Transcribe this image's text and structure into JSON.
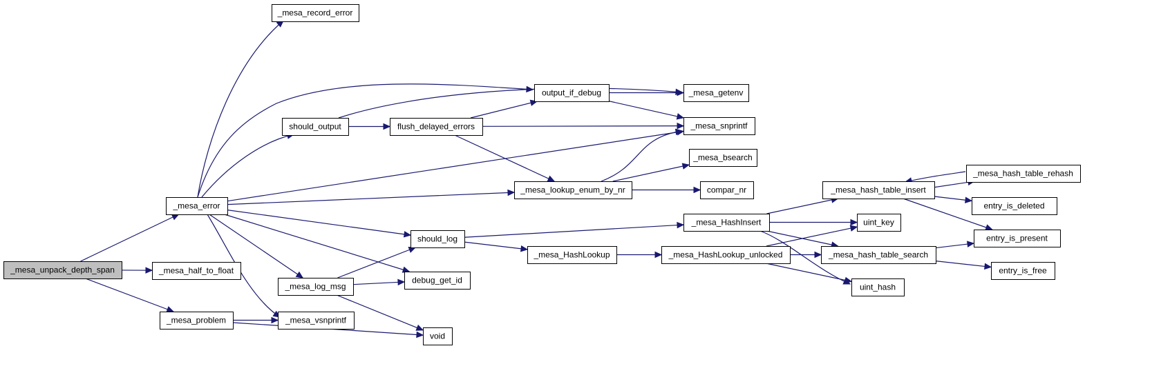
{
  "diagram": {
    "type": "call-graph",
    "nodes": [
      {
        "id": "unpack",
        "label": "_mesa_unpack_depth_span",
        "root": true
      },
      {
        "id": "error",
        "label": "_mesa_error"
      },
      {
        "id": "half",
        "label": "_mesa_half_to_float"
      },
      {
        "id": "problem",
        "label": "_mesa_problem"
      },
      {
        "id": "record",
        "label": "_mesa_record_error"
      },
      {
        "id": "should_output",
        "label": "should_output"
      },
      {
        "id": "flush",
        "label": "flush_delayed_errors"
      },
      {
        "id": "output_if_debug",
        "label": "output_if_debug"
      },
      {
        "id": "getenv",
        "label": "_mesa_getenv"
      },
      {
        "id": "snprintf",
        "label": "_mesa_snprintf"
      },
      {
        "id": "bsearch",
        "label": "_mesa_bsearch"
      },
      {
        "id": "lookup_enum",
        "label": "_mesa_lookup_enum_by_nr"
      },
      {
        "id": "compar",
        "label": "compar_nr"
      },
      {
        "id": "should_log",
        "label": "should_log"
      },
      {
        "id": "log_msg",
        "label": "_mesa_log_msg"
      },
      {
        "id": "debug_get_id",
        "label": "debug_get_id"
      },
      {
        "id": "vsnprintf",
        "label": "_mesa_vsnprintf"
      },
      {
        "id": "void",
        "label": "void"
      },
      {
        "id": "hashinsert",
        "label": "_mesa_HashInsert"
      },
      {
        "id": "hashlookup",
        "label": "_mesa_HashLookup"
      },
      {
        "id": "hashlookup_unlocked",
        "label": "_mesa_HashLookup_unlocked"
      },
      {
        "id": "table_insert",
        "label": "_mesa_hash_table_insert"
      },
      {
        "id": "table_rehash",
        "label": "_mesa_hash_table_rehash"
      },
      {
        "id": "entry_deleted",
        "label": "entry_is_deleted"
      },
      {
        "id": "entry_present",
        "label": "entry_is_present"
      },
      {
        "id": "uint_key",
        "label": "uint_key"
      },
      {
        "id": "table_search",
        "label": "_mesa_hash_table_search"
      },
      {
        "id": "entry_free",
        "label": "entry_is_free"
      },
      {
        "id": "uint_hash",
        "label": "uint_hash"
      }
    ],
    "edges": [
      [
        "unpack",
        "error"
      ],
      [
        "unpack",
        "half"
      ],
      [
        "unpack",
        "problem"
      ],
      [
        "error",
        "record"
      ],
      [
        "error",
        "output_if_debug"
      ],
      [
        "error",
        "should_output"
      ],
      [
        "error",
        "snprintf"
      ],
      [
        "error",
        "lookup_enum"
      ],
      [
        "error",
        "should_log"
      ],
      [
        "error",
        "debug_get_id"
      ],
      [
        "error",
        "log_msg"
      ],
      [
        "error",
        "vsnprintf"
      ],
      [
        "problem",
        "vsnprintf"
      ],
      [
        "problem",
        "void"
      ],
      [
        "should_output",
        "getenv"
      ],
      [
        "should_output",
        "flush"
      ],
      [
        "flush",
        "output_if_debug"
      ],
      [
        "flush",
        "snprintf"
      ],
      [
        "flush",
        "lookup_enum"
      ],
      [
        "output_if_debug",
        "getenv"
      ],
      [
        "output_if_debug",
        "snprintf"
      ],
      [
        "lookup_enum",
        "snprintf"
      ],
      [
        "lookup_enum",
        "bsearch"
      ],
      [
        "lookup_enum",
        "compar"
      ],
      [
        "log_msg",
        "should_log"
      ],
      [
        "log_msg",
        "debug_get_id"
      ],
      [
        "log_msg",
        "void"
      ],
      [
        "should_log",
        "hashinsert"
      ],
      [
        "should_log",
        "hashlookup"
      ],
      [
        "hashlookup",
        "hashlookup_unlocked"
      ],
      [
        "hashinsert",
        "table_insert"
      ],
      [
        "hashinsert",
        "uint_key"
      ],
      [
        "hashinsert",
        "table_search"
      ],
      [
        "hashinsert",
        "uint_hash"
      ],
      [
        "hashlookup_unlocked",
        "uint_key"
      ],
      [
        "hashlookup_unlocked",
        "table_search"
      ],
      [
        "hashlookup_unlocked",
        "uint_hash"
      ],
      [
        "table_insert",
        "table_rehash"
      ],
      [
        "table_insert",
        "entry_deleted"
      ],
      [
        "table_insert",
        "entry_present"
      ],
      [
        "table_rehash",
        "table_insert"
      ],
      [
        "table_search",
        "entry_present"
      ],
      [
        "table_search",
        "entry_free"
      ]
    ]
  },
  "colors": {
    "edge": "#191970",
    "node_fill": "#ffffff",
    "root_fill": "#bfbfbf",
    "node_stroke": "#000000"
  }
}
